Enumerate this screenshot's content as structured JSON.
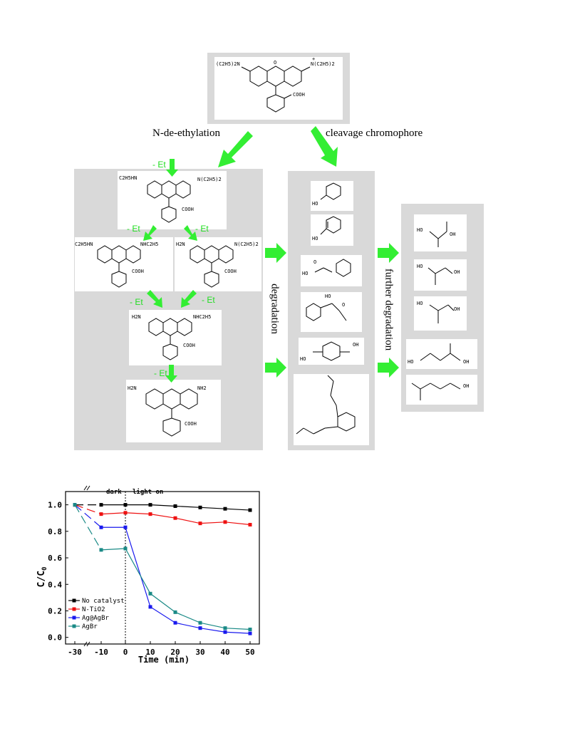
{
  "scheme": {
    "top_molecule": {
      "left_group": "(C2H5)2N",
      "right_group": "N(C2H5)2",
      "plus": "+",
      "o": "O",
      "acid": "COOH"
    },
    "arrow_labels": {
      "left": "N-de-ethylation",
      "right": "cleavage chromophore"
    },
    "step_labels": {
      "s1": "- Et",
      "s2": "- Et",
      "s3": "- Et",
      "s4": "- Et",
      "s5": "- Et",
      "s6": "- Et"
    },
    "intermediates": {
      "m1": {
        "left": "C2H5HN",
        "right": "N(C2H5)2",
        "acid": "COOH"
      },
      "m2": {
        "left": "C2H5HN",
        "right": "NHC2H5",
        "acid": "COOH"
      },
      "m3": {
        "left": "H2N",
        "right": "N(C2H5)2",
        "acid": "COOH"
      },
      "m4": {
        "left": "H2N",
        "right": "NHC2H5",
        "acid": "COOH"
      },
      "m5": {
        "left": "H2N",
        "right": "NH2",
        "acid": "COOH"
      }
    },
    "vertical_labels": {
      "degradation": "degradation",
      "further": "further degradation"
    },
    "fragment_labels": {
      "ho": "HO",
      "oh": "OH",
      "o": "O"
    }
  },
  "chart_data": {
    "type": "line",
    "annotations": {
      "dark": "dark",
      "light": "light on"
    },
    "xlabel": "Time (min)",
    "ylabel": "C/C0",
    "x_ticks": [
      "-30",
      "-10",
      "0",
      "10",
      "20",
      "30",
      "40",
      "50"
    ],
    "y_ticks": [
      "0.0",
      "0.2",
      "0.4",
      "0.6",
      "0.8",
      "1.0"
    ],
    "ylim": [
      -0.05,
      1.1
    ],
    "x": [
      -30,
      -10,
      0,
      10,
      20,
      30,
      40,
      50
    ],
    "series": [
      {
        "name": "No catalyst",
        "color": "#000000",
        "values": [
          1.0,
          1.0,
          1.0,
          1.0,
          0.99,
          0.98,
          0.97,
          0.96
        ]
      },
      {
        "name": "N-TiO2",
        "color": "#ee1111",
        "values": [
          1.0,
          0.93,
          0.94,
          0.93,
          0.9,
          0.86,
          0.87,
          0.85
        ]
      },
      {
        "name": "Ag@AgBr",
        "color": "#1a1aee",
        "values": [
          1.0,
          0.83,
          0.83,
          0.23,
          0.11,
          0.07,
          0.04,
          0.03
        ]
      },
      {
        "name": "AgBr",
        "color": "#1a8a86",
        "values": [
          1.0,
          0.66,
          0.67,
          0.33,
          0.19,
          0.11,
          0.07,
          0.06
        ]
      }
    ],
    "legend_position": "bottom-left"
  }
}
